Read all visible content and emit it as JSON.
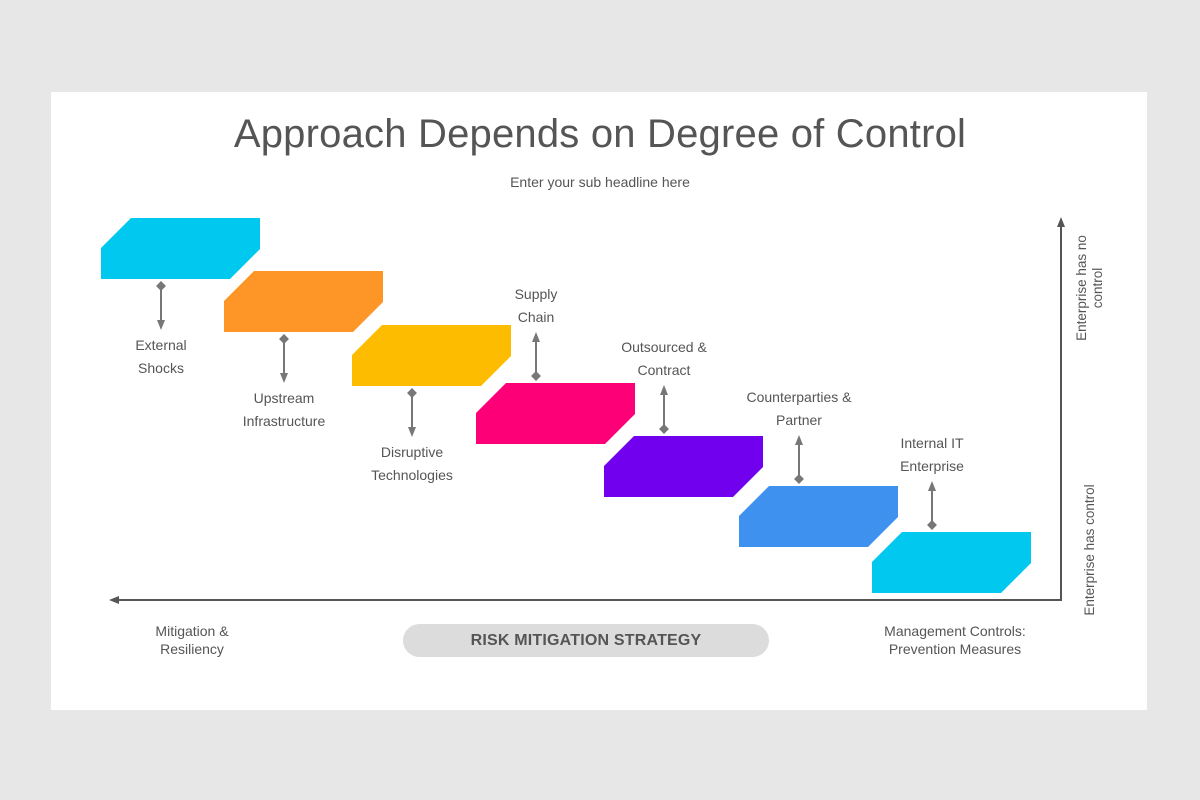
{
  "title": "Approach Depends on Degree of Control",
  "subtitle": "Enter your sub headline here",
  "steps": [
    {
      "label_line1": "External",
      "label_line2": "Shocks",
      "color": "#00c8ee",
      "label_position": "below"
    },
    {
      "label_line1": "Upstream",
      "label_line2": "Infrastructure",
      "color": "#fd9527",
      "label_position": "below"
    },
    {
      "label_line1": "Disruptive",
      "label_line2": "Technologies",
      "color": "#fdbc00",
      "label_position": "below"
    },
    {
      "label_line1": "Supply",
      "label_line2": "Chain",
      "color": "#fd0077",
      "label_position": "above"
    },
    {
      "label_line1": "Outsourced &",
      "label_line2": "Contract",
      "color": "#7000ee",
      "label_position": "above"
    },
    {
      "label_line1": "Counterparties &",
      "label_line2": "Partner",
      "color": "#3e91ee",
      "label_position": "above"
    },
    {
      "label_line1": "Internal IT",
      "label_line2": "Enterprise",
      "color": "#00c8ee",
      "label_position": "above"
    }
  ],
  "y_axis": {
    "top_label": "Enterprise has no control",
    "bottom_label": "Enterprise has control"
  },
  "x_axis": {
    "left_label_line1": "Mitigation &",
    "left_label_line2": "Resiliency",
    "right_label_line1": "Management Controls:",
    "right_label_line2": "Prevention Measures",
    "center_pill": "RISK MITIGATION STRATEGY"
  },
  "colors": {
    "axis": "#555555",
    "connector": "#777777",
    "pill_bg": "#dcdcdc",
    "text": "#555555"
  }
}
